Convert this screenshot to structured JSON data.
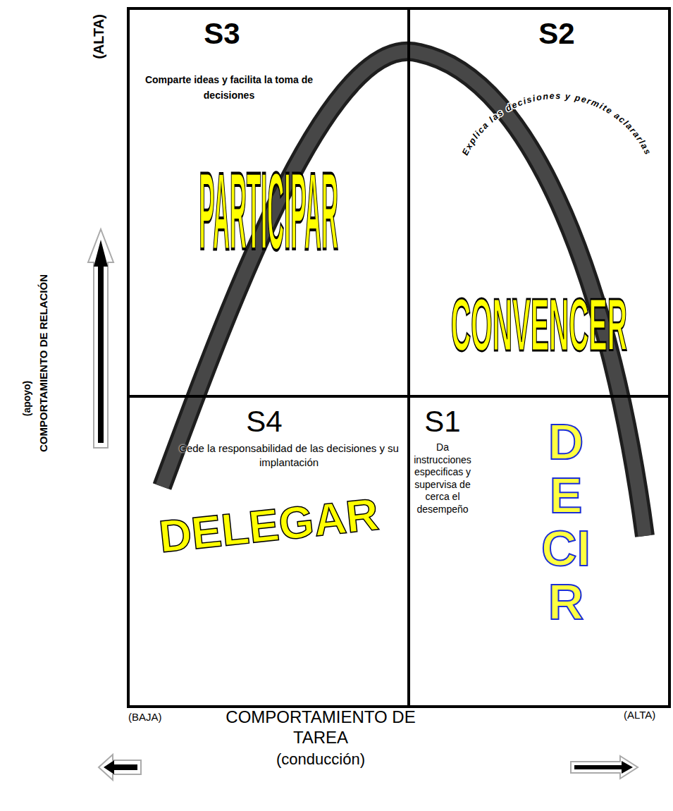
{
  "diagram": {
    "nodes": [
      {
        "text": [
          "S3",
          "Comparte ideas y facilita la toma de decisiones",
          "PARTICIPAR"
        ]
      },
      {
        "text": [
          "S2",
          "Explica las decisiones y permite aclararlas",
          "CONVENCER"
        ]
      },
      {
        "text": [
          "S4",
          "Cede la responsabilidad de las decisiones y su implantación",
          "DELEGAR"
        ]
      },
      {
        "text": [
          "S1",
          "Da instrucciones especificas y supervisa de cerca el desempeño",
          "DECIR"
        ]
      }
    ],
    "labels": [
      "(ALTA)",
      "(apoyo)",
      "COMPORTAMIENTO DE RELACIÓN",
      "(BAJA)",
      "COMPORTAMIENTO DE TAREA",
      "(conducción)",
      "(ALTA)"
    ]
  }
}
